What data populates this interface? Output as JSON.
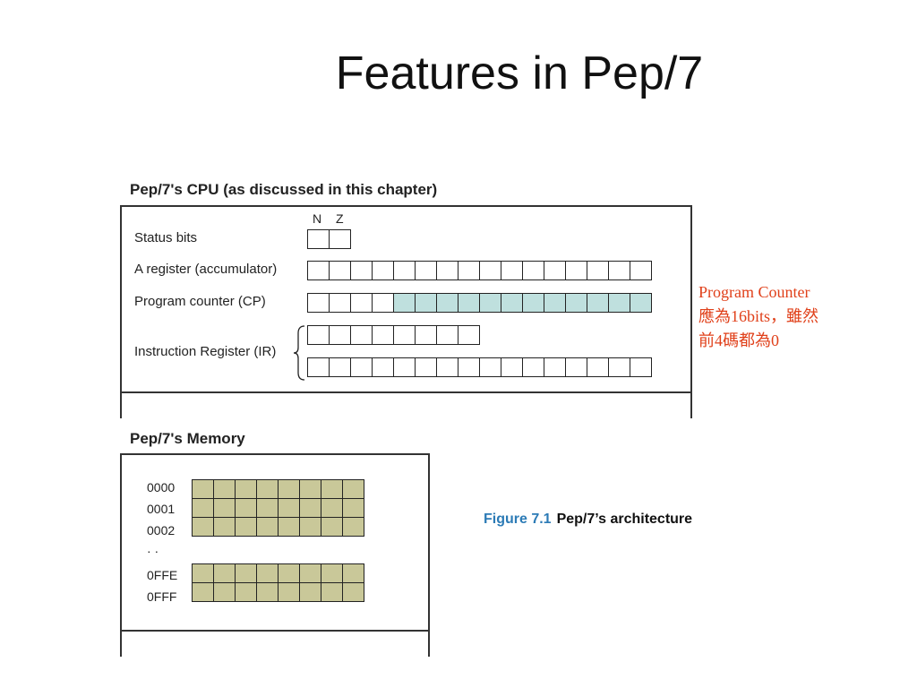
{
  "title": "Features in Pep/7",
  "cpu": {
    "heading": "Pep/7's CPU (as discussed in this  chapter)",
    "flag_labels": [
      "N",
      "Z"
    ],
    "rows": {
      "status": {
        "label": "Status bits",
        "bits": 2
      },
      "a_register": {
        "label": "A  register (accumulator)",
        "bits": 16
      },
      "program_counter": {
        "label": "Program counter (CP)",
        "bits": 16,
        "highlighted_bits": 12
      },
      "instruction_register": {
        "label": "Instruction Register (IR)",
        "rows": [
          8,
          16
        ]
      }
    }
  },
  "memory": {
    "heading": "Pep/7's Memory",
    "addresses": [
      "0000",
      "0001",
      "0002",
      "0FFE",
      "0FFF"
    ],
    "ellipsis": "· ·",
    "bits_per_cell": 8,
    "cell_color": "#c9c899"
  },
  "annotation": {
    "line1": "Program Counter",
    "line2": "應為16bits，雖然",
    "line3": "前4碼都為0",
    "color": "#e0401a"
  },
  "caption": {
    "figure": "Figure 7.1",
    "text": "Pep/7’s architecture",
    "figure_color": "#2c7bb6"
  },
  "highlight_color": "#bfe0de"
}
